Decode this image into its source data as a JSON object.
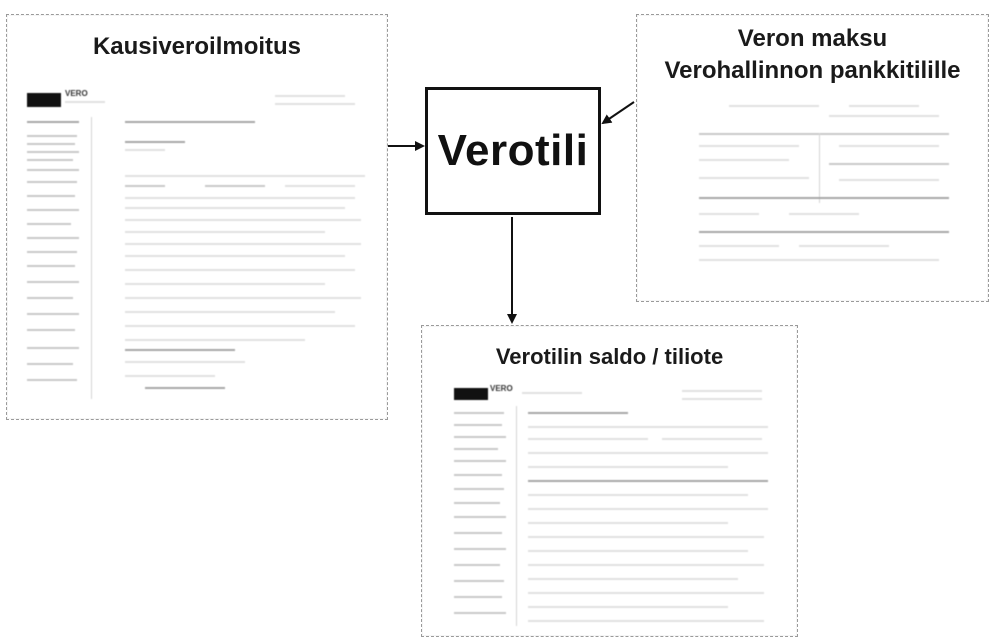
{
  "diagram": {
    "center": {
      "label": "Verotili"
    },
    "panels": [
      {
        "id": "left",
        "title": "Kausiveroilmoitus",
        "logo_text": "VERO"
      },
      {
        "id": "right",
        "title_lines": [
          "Veron maksu",
          "Verohallinnon pankkitilille"
        ]
      },
      {
        "id": "bottom",
        "title": "Verotilin saldo / tiliote",
        "logo_text": "VERO"
      }
    ],
    "connections": [
      {
        "from": "Kausiveroilmoitus",
        "to": "Verotili"
      },
      {
        "from": "Veron maksu Verohallinnon pankkitilille",
        "to": "Verotili"
      },
      {
        "from": "Verotili",
        "to": "Verotilin saldo / tiliote"
      }
    ]
  }
}
